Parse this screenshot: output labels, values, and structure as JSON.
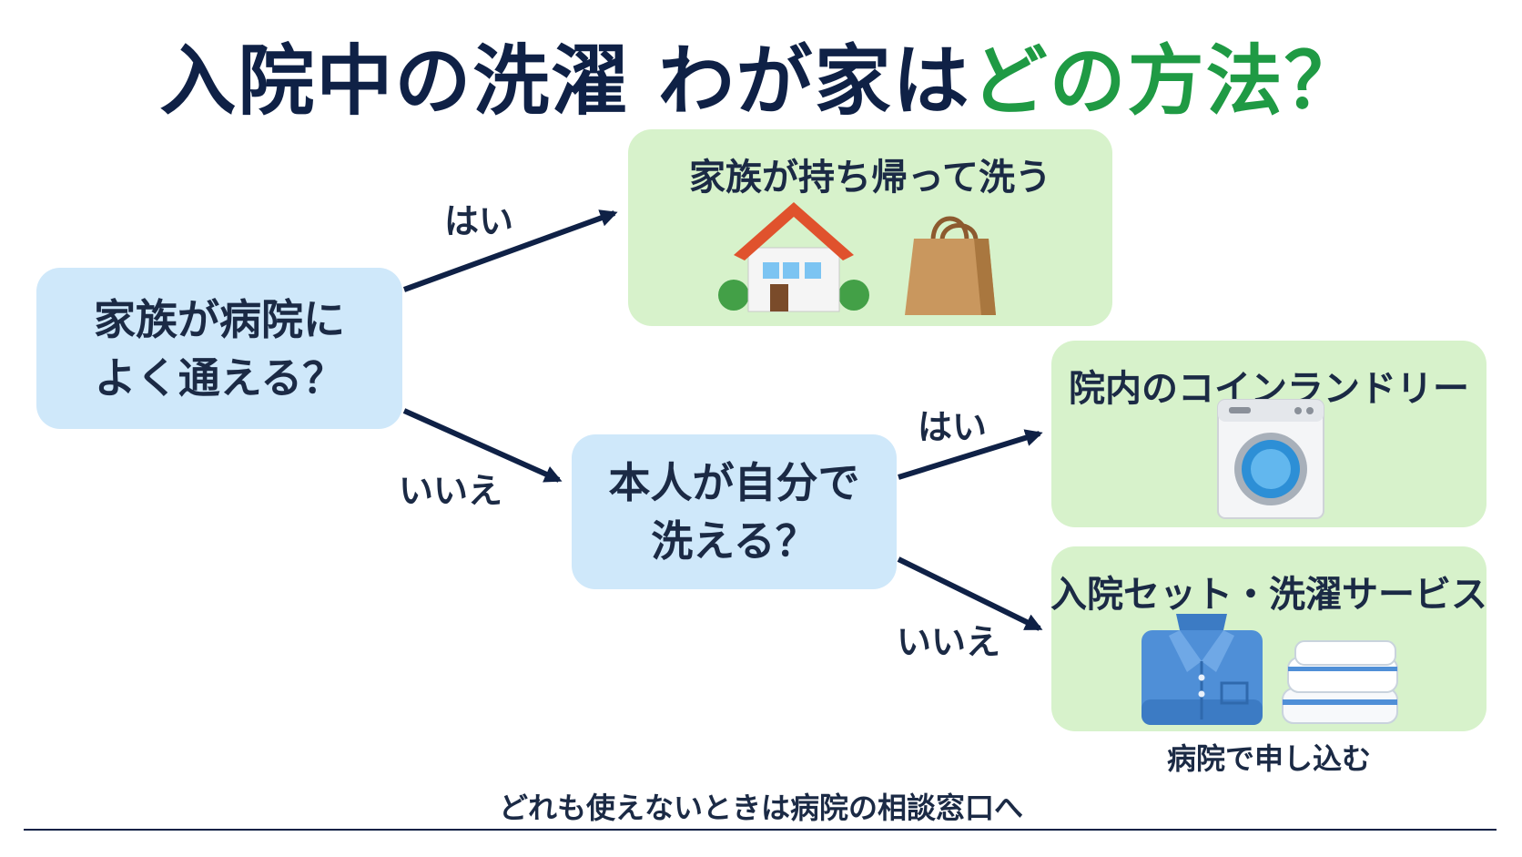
{
  "title": {
    "main": "入院中の洗濯 わが家は",
    "accent": "どの方法？"
  },
  "questions": {
    "q1": [
      "家族が病院に",
      "よく通える？"
    ],
    "q2": [
      "本人が自分で",
      "洗える？"
    ]
  },
  "edges": {
    "yes1": "はい",
    "no1": "いいえ",
    "yes2": "はい",
    "no2": "いいえ"
  },
  "results": {
    "r1": {
      "title": "家族が持ち帰って洗う",
      "icons": [
        "house-icon",
        "shopping-bag-icon"
      ]
    },
    "r2": {
      "title": "院内のコインランドリー",
      "icons": [
        "washing-machine-icon"
      ]
    },
    "r3": {
      "title": "入院セット・洗濯サービス",
      "icons": [
        "pajamas-icon",
        "folded-towels-icon"
      ],
      "note": "病院で申し込む"
    }
  },
  "footer": "どれも使えないときは病院の相談窓口へ",
  "colors": {
    "navy": "#0f2146",
    "accent_green": "#1f9a44",
    "question_box": "#cfe8fa",
    "result_box": "#d7f2cb"
  }
}
